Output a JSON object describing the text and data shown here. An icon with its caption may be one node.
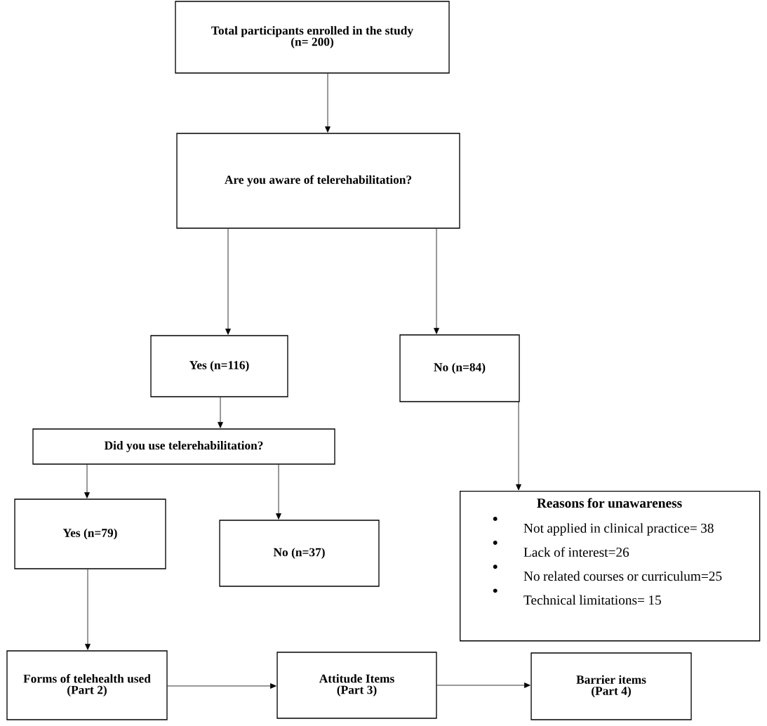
{
  "diagram": {
    "nodes": [
      {
        "text": [
          "Total participants enrolled in the study",
          "(n= 200)"
        ]
      },
      {
        "text": [
          "Are you aware of telerehabilitation?"
        ]
      },
      {
        "text": [
          "Yes  (n=116)"
        ]
      },
      {
        "text": [
          "No (n=84)"
        ]
      },
      {
        "text": [
          "Did you use telerehabilitation?"
        ]
      },
      {
        "text": [
          "Yes  (n=79)"
        ]
      },
      {
        "text": [
          "No  (n=37)"
        ]
      },
      {
        "text": [
          "Reasons for unawareness",
          "Not applied in clinical practice= 38",
          "Lack of interest=26",
          "No related courses or curriculum=25",
          "Technical limitations= 15"
        ]
      },
      {
        "text": [
          "Forms of telehealth used",
          "(Part 2)"
        ]
      },
      {
        "text": [
          "Attitude Items",
          "(Part 3)"
        ]
      },
      {
        "text": [
          "Barrier items",
          "(Part 4)"
        ]
      }
    ],
    "edges": [
      {
        "from": 0,
        "to": 1,
        "arrow": "to"
      },
      {
        "from": 1,
        "to": 2,
        "arrow": "to"
      },
      {
        "from": 1,
        "to": 3,
        "arrow": "to"
      },
      {
        "from": 2,
        "to": 4,
        "arrow": "to"
      },
      {
        "from": 3,
        "to": 7,
        "arrow": "to"
      },
      {
        "from": 4,
        "to": 5,
        "arrow": "to"
      },
      {
        "from": 4,
        "to": 6,
        "arrow": "to"
      },
      {
        "from": 5,
        "to": 8,
        "arrow": "to"
      },
      {
        "from": 8,
        "to": 9,
        "arrow": "to"
      },
      {
        "from": 9,
        "to": 10,
        "arrow": "to"
      }
    ]
  }
}
